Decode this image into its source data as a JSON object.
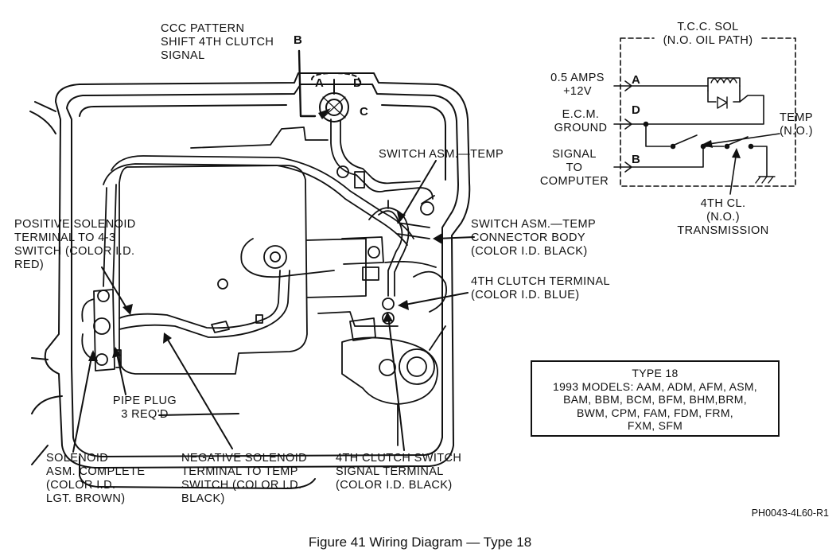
{
  "caption": "Figure 41 Wiring Diagram — Type 18",
  "reference": "PH0043-4L60-R1",
  "ccc_label": [
    "CCC PATTERN",
    "SHIFT 4TH CLUTCH",
    "SIGNAL"
  ],
  "connector_pins": {
    "a": "A",
    "b": "B",
    "c": "C",
    "d": "D"
  },
  "schematic": {
    "title": [
      "T.C.C. SOL",
      "(N.O. OIL PATH)"
    ],
    "pin_a_label": [
      "0.5 AMPS",
      "+12V"
    ],
    "pin_d_label": [
      "E.C.M.",
      "GROUND"
    ],
    "pin_b_label": [
      "SIGNAL",
      "TO",
      "COMPUTER"
    ],
    "pin_a": "A",
    "pin_d": "D",
    "pin_b": "B",
    "temp_label": [
      "TEMP",
      "(N.O.)"
    ],
    "fourth_cl_label": [
      "4TH CL.",
      "(N.O.)",
      "TRANSMISSION"
    ]
  },
  "callouts": {
    "switch_temp": "SWITCH ASM.—TEMP",
    "switch_temp_connector": [
      "SWITCH ASM.—TEMP",
      "CONNECTOR BODY",
      "(COLOR I.D. BLACK)"
    ],
    "fourth_clutch_terminal": [
      "4TH CLUTCH TERMINAL",
      "(COLOR I.D. BLUE)"
    ],
    "positive_solenoid": [
      "POSITIVE SOLENOID",
      "TERMINAL TO 4-3",
      "SWITCH (COLOR I.D.",
      "RED)"
    ],
    "pipe_plug": [
      "PIPE PLUG",
      "3 REQ'D"
    ],
    "solenoid_asm": [
      "SOLENOID",
      "ASM. COMPLETE",
      "(COLOR I.D.",
      "LGT. BROWN)"
    ],
    "negative_solenoid": [
      "NEGATIVE SOLENOID",
      "TERMINAL TO TEMP",
      "SWITCH (COLOR I.D.",
      "BLACK)"
    ],
    "fourth_clutch_switch": [
      "4TH CLUTCH SWITCH",
      "SIGNAL TERMINAL",
      "(COLOR I.D. BLACK)"
    ]
  },
  "legend": {
    "title": "TYPE 18",
    "lines": [
      "1993 MODELS: AAM, ADM, AFM, ASM,",
      "BAM, BBM, BCM, BFM, BHM,BRM,",
      "BWM, CPM, FAM, FDM, FRM,",
      "FXM, SFM"
    ]
  }
}
